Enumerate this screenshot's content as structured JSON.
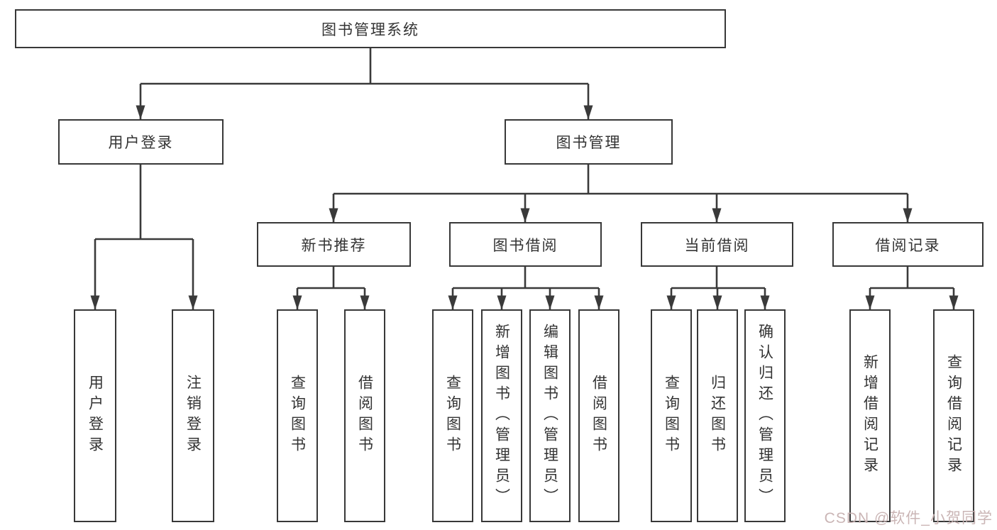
{
  "colors": {
    "line": "#3a3a3a",
    "box_border": "#383838",
    "text": "#333333",
    "watermark": "#c8b2b2",
    "background": "#ffffff"
  },
  "watermark": {
    "text": "CSDN @软件_小贺同学"
  },
  "tree": {
    "root": {
      "label": "图书管理系统",
      "children": [
        {
          "label": "用户登录",
          "children": [
            {
              "label": "用户登录"
            },
            {
              "label": "注销登录"
            }
          ]
        },
        {
          "label": "图书管理",
          "children": [
            {
              "label": "新书推荐",
              "children": [
                {
                  "label": "查询图书"
                },
                {
                  "label": "借阅图书"
                }
              ]
            },
            {
              "label": "图书借阅",
              "children": [
                {
                  "label": "查询图书"
                },
                {
                  "label": "新增图书（管理员）"
                },
                {
                  "label": "编辑图书（管理员）"
                },
                {
                  "label": "借阅图书"
                }
              ]
            },
            {
              "label": "当前借阅",
              "children": [
                {
                  "label": "查询图书"
                },
                {
                  "label": "归还图书"
                },
                {
                  "label": "确认归还（管理员）"
                }
              ]
            },
            {
              "label": "借阅记录",
              "children": [
                {
                  "label": "新增借阅记录"
                },
                {
                  "label": "查询借阅记录"
                }
              ]
            }
          ]
        }
      ]
    }
  }
}
